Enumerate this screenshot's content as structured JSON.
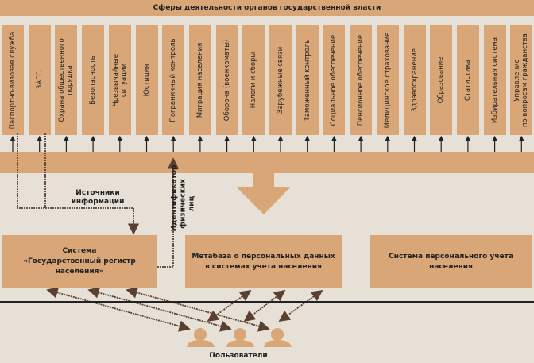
{
  "title": "Сферы деятельности органов государственной власти",
  "spheres": [
    "Паспортно-визовая служба",
    "ЗАГС",
    "Охрана общественного\nпорядка",
    "Безопасность",
    "Чрезвычайные\nситуации",
    "Юстиция",
    "Пограничный контроль",
    "Миграция населения",
    "Оборона (военкоматы)",
    "Налоги и сборы",
    "Зарубежные связи",
    "Таможенный контроль",
    "Социальное обеспечение",
    "Пенсионное обеспечение",
    "Медицинское страхование",
    "Здравоохранение",
    "Образование",
    "Статистика",
    "Избирательная система",
    "Управление\nпо вопросам гражданства"
  ],
  "sources_label": "Источники\nинформации",
  "identifier_label": "Идентификатор\nфизических лиц",
  "systems": [
    "Система\n«Государственный регистр населения»",
    "Метабаза о персональных данных\nв системах учета населения",
    "Система персонального учета\nнаселения"
  ],
  "users_label": "Пользователи",
  "colors": {
    "fill": "#d8a677",
    "background": "#e7e0d7",
    "arrow": "#5a4030"
  }
}
